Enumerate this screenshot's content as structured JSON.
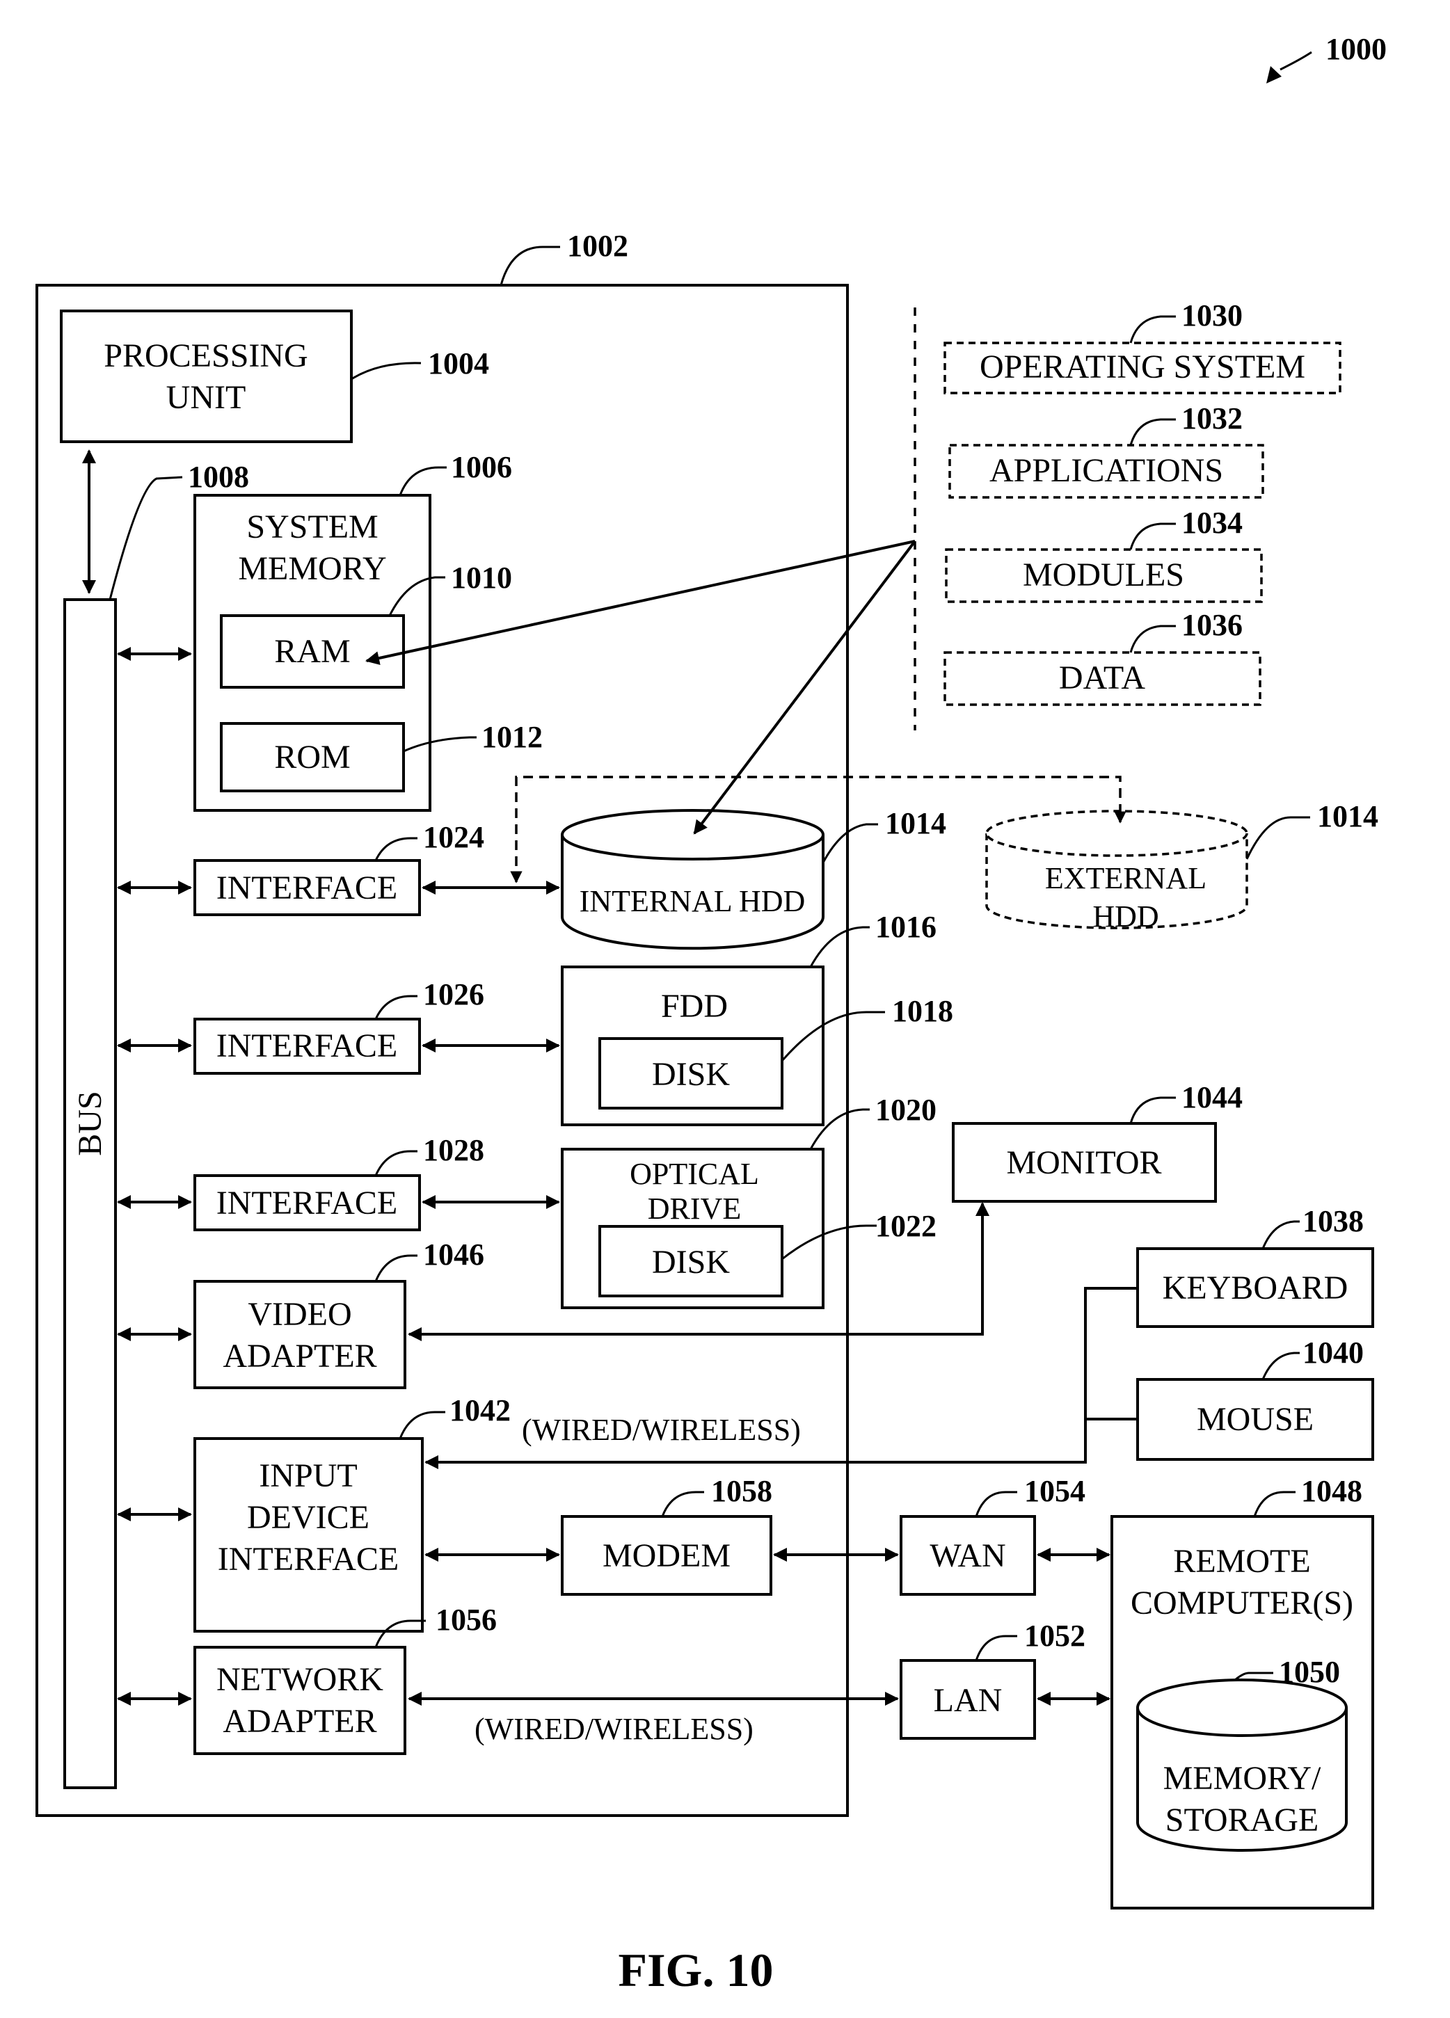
{
  "figure": {
    "ref": "1000",
    "caption": "FIG. 10"
  },
  "computer": {
    "ref": "1002"
  },
  "processing_unit": {
    "line1": "PROCESSING",
    "line2": "UNIT",
    "ref": "1004"
  },
  "bus": {
    "label": "BUS",
    "ref": "1008"
  },
  "system_memory": {
    "line1": "SYSTEM",
    "line2": "MEMORY",
    "ref": "1006"
  },
  "ram": {
    "label": "RAM",
    "ref": "1010"
  },
  "rom": {
    "label": "ROM",
    "ref": "1012"
  },
  "interface_hdd": {
    "label": "INTERFACE",
    "ref": "1024"
  },
  "interface_fdd": {
    "label": "INTERFACE",
    "ref": "1026"
  },
  "interface_optical": {
    "label": "INTERFACE",
    "ref": "1028"
  },
  "internal_hdd": {
    "label": "INTERNAL HDD",
    "ref": "1014"
  },
  "external_hdd": {
    "line1": "EXTERNAL",
    "line2": "HDD",
    "ref": "1014"
  },
  "fdd": {
    "label": "FDD",
    "ref": "1016"
  },
  "fdd_disk": {
    "label": "DISK",
    "ref": "1018"
  },
  "optical_drive": {
    "line1": "OPTICAL",
    "line2": "DRIVE",
    "ref": "1020"
  },
  "optical_disk": {
    "label": "DISK",
    "ref": "1022"
  },
  "video_adapter": {
    "line1": "VIDEO",
    "line2": "ADAPTER",
    "ref": "1046"
  },
  "input_device_interface": {
    "line1": "INPUT",
    "line2": "DEVICE",
    "line3": "INTERFACE",
    "ref": "1042"
  },
  "network_adapter": {
    "line1": "NETWORK",
    "line2": "ADAPTER",
    "ref": "1056"
  },
  "modem": {
    "label": "MODEM",
    "ref": "1058"
  },
  "wired_wireless_input": "(WIRED/WIRELESS)",
  "wired_wireless_network": "(WIRED/WIRELESS)",
  "software": [
    {
      "label": "OPERATING SYSTEM",
      "ref": "1030"
    },
    {
      "label": "APPLICATIONS",
      "ref": "1032"
    },
    {
      "label": "MODULES",
      "ref": "1034"
    },
    {
      "label": "DATA",
      "ref": "1036"
    }
  ],
  "monitor": {
    "label": "MONITOR",
    "ref": "1044"
  },
  "keyboard": {
    "label": "KEYBOARD",
    "ref": "1038"
  },
  "mouse": {
    "label": "MOUSE",
    "ref": "1040"
  },
  "wan": {
    "label": "WAN",
    "ref": "1054"
  },
  "lan": {
    "label": "LAN",
    "ref": "1052"
  },
  "remote_computer": {
    "line1": "REMOTE",
    "line2": "COMPUTER(S)",
    "ref": "1048"
  },
  "remote_storage": {
    "line1": "MEMORY/",
    "line2": "STORAGE",
    "ref": "1050"
  }
}
